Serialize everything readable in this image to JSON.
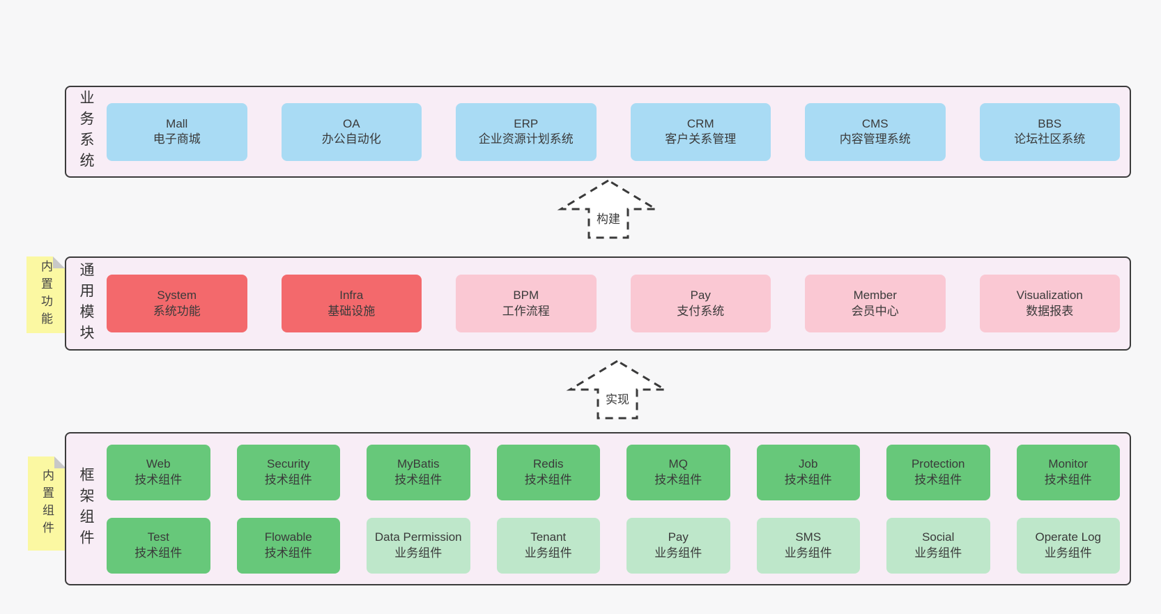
{
  "diagram_title": "Architecture layers diagram",
  "colors": {
    "blue": "#a9dbf4",
    "red": "#f3696c",
    "pink": "#fac8d3",
    "green": "#67c87a",
    "lightgreen": "#bee7ca"
  },
  "arrows": [
    {
      "label": "构建"
    },
    {
      "label": "实现"
    }
  ],
  "layers": [
    {
      "id": "business-systems",
      "label": "业务系统",
      "sticky": null,
      "rows": [
        [
          {
            "name": "Mall",
            "sub": "电子商城",
            "color": "blue"
          },
          {
            "name": "OA",
            "sub": "办公自动化",
            "color": "blue"
          },
          {
            "name": "ERP",
            "sub": "企业资源计划系统",
            "color": "blue"
          },
          {
            "name": "CRM",
            "sub": "客户关系管理",
            "color": "blue"
          },
          {
            "name": "CMS",
            "sub": "内容管理系统",
            "color": "blue"
          },
          {
            "name": "BBS",
            "sub": "论坛社区系统",
            "color": "blue"
          }
        ]
      ]
    },
    {
      "id": "common-modules",
      "label": "通用模块",
      "sticky": "内置功能",
      "rows": [
        [
          {
            "name": "System",
            "sub": "系统功能",
            "color": "red"
          },
          {
            "name": "Infra",
            "sub": "基础设施",
            "color": "red"
          },
          {
            "name": "BPM",
            "sub": "工作流程",
            "color": "pink"
          },
          {
            "name": "Pay",
            "sub": "支付系统",
            "color": "pink"
          },
          {
            "name": "Member",
            "sub": "会员中心",
            "color": "pink"
          },
          {
            "name": "Visualization",
            "sub": "数据报表",
            "color": "pink"
          }
        ]
      ]
    },
    {
      "id": "framework-components",
      "label": "框架组件",
      "sticky": "内置组件",
      "rows": [
        [
          {
            "name": "Web",
            "sub": "技术组件",
            "color": "green"
          },
          {
            "name": "Security",
            "sub": "技术组件",
            "color": "green"
          },
          {
            "name": "MyBatis",
            "sub": "技术组件",
            "color": "green"
          },
          {
            "name": "Redis",
            "sub": "技术组件",
            "color": "green"
          },
          {
            "name": "MQ",
            "sub": "技术组件",
            "color": "green"
          },
          {
            "name": "Job",
            "sub": "技术组件",
            "color": "green"
          },
          {
            "name": "Protection",
            "sub": "技术组件",
            "color": "green"
          },
          {
            "name": "Monitor",
            "sub": "技术组件",
            "color": "green"
          }
        ],
        [
          {
            "name": "Test",
            "sub": "技术组件",
            "color": "green"
          },
          {
            "name": "Flowable",
            "sub": "技术组件",
            "color": "green"
          },
          {
            "name": "Data Permission",
            "sub": "业务组件",
            "color": "lightgreen"
          },
          {
            "name": "Tenant",
            "sub": "业务组件",
            "color": "lightgreen"
          },
          {
            "name": "Pay",
            "sub": "业务组件",
            "color": "lightgreen"
          },
          {
            "name": "SMS",
            "sub": "业务组件",
            "color": "lightgreen"
          },
          {
            "name": "Social",
            "sub": "业务组件",
            "color": "lightgreen"
          },
          {
            "name": "Operate Log",
            "sub": "业务组件",
            "color": "lightgreen"
          }
        ]
      ]
    }
  ]
}
